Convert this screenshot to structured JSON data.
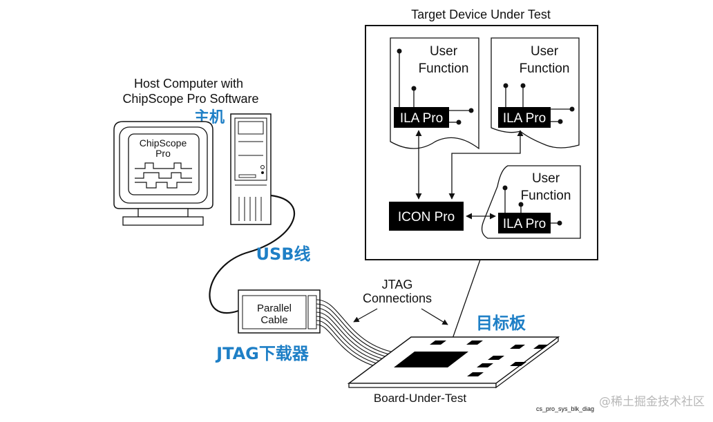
{
  "labels": {
    "target_device": "Target Device Under Test",
    "host_computer_line1": "Host Computer with",
    "host_computer_line2": "ChipScope Pro Software",
    "host_cn": "主机",
    "monitor_line1": "ChipScope",
    "monitor_line2": "Pro",
    "usb_cn": "USB线",
    "cable_line1": "Parallel",
    "cable_line2": "Cable",
    "jtag_cn": "JTAG下载器",
    "jtag_conn_line1": "JTAG",
    "jtag_conn_line2": "Connections",
    "board_cn": "目标板",
    "board_under_test": "Board-Under-Test",
    "footer_code": "cs_pro_sys_blk_diag",
    "watermark": "@稀土掘金技术社区"
  },
  "blocks": {
    "user_function_1_line1": "User",
    "user_function_1_line2": "Function",
    "user_function_2_line1": "User",
    "user_function_2_line2": "Function",
    "user_function_3_line1": "User",
    "user_function_3_line2": "Function",
    "ila_1": "ILA Pro",
    "ila_2": "ILA Pro",
    "ila_3": "ILA Pro",
    "icon": "ICON Pro"
  }
}
